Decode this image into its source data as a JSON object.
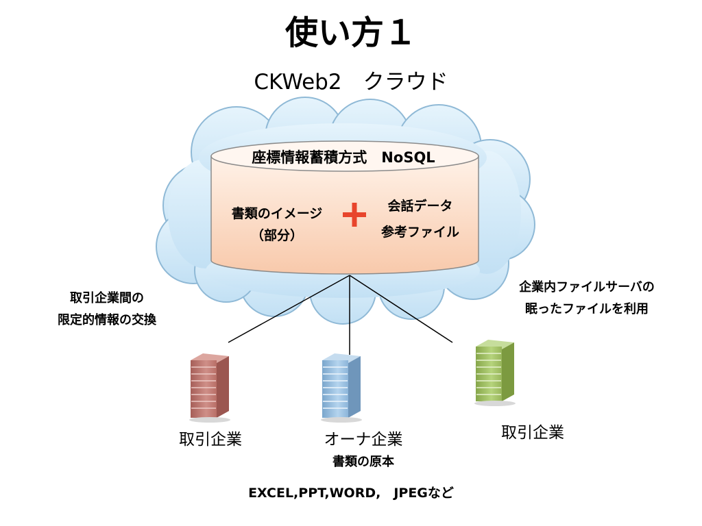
{
  "title": "使い方１",
  "subtitle": "CKWeb2　クラウド",
  "database": {
    "title": "座標情報蓄積方式　NoSQL",
    "left_lines": [
      "書類のイメージ",
      "（部分）"
    ],
    "plus_symbol": "+",
    "right_lines": [
      "会話データ",
      "参考ファイル"
    ]
  },
  "notes": {
    "left_lines": [
      "取引企業間の",
      "限定的情報の交換"
    ],
    "right_lines": [
      "企業内ファイルサーバの",
      "眠ったファイルを利用"
    ]
  },
  "companies": {
    "left_label": "取引企業",
    "center_label": "オーナ企業",
    "center_note": "書類の原本",
    "right_label": "取引企業"
  },
  "formats": "EXCEL,PPT,WORD,　JPEGなど",
  "colors": {
    "cloud_fill": "#cfe8f7",
    "cloud_stroke": "#8fb9d6",
    "cylinder_top": "#fff4ec",
    "cylinder_body": "#fbd6bf",
    "plus": "#e8452c",
    "building_left": "#c27a73",
    "building_center": "#8fb8de",
    "building_right": "#9ebc62"
  }
}
